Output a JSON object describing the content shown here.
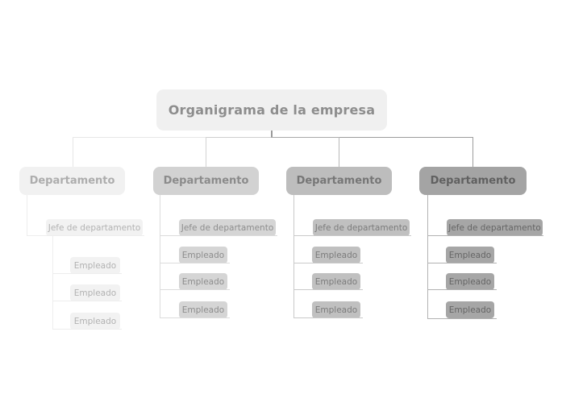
{
  "title": {
    "label": "Organigrama de la empresa",
    "bg": "#f0f0f0",
    "text_color": "#8d8d8d"
  },
  "connector": {
    "stub_color": "#9a9a9a",
    "segment_colors": [
      "#e6e6e6",
      "#cecece",
      "#a8a8a8",
      "#9c9c9c"
    ]
  },
  "departments": [
    {
      "label": "Departamento",
      "manager_label": "Jefe de departamento",
      "employee_labels": [
        "Empleado",
        "Empleado",
        "Empleado"
      ],
      "box_bg": "#f1f1f1",
      "box_text": "#adadad",
      "node_bg": "#f2f2f2",
      "node_text": "#b2b2b2",
      "line_color": "#ededed",
      "branch_color": "#e6e6e6"
    },
    {
      "label": "Departamento",
      "manager_label": "Jefe de departamento",
      "employee_labels": [
        "Empleado",
        "Empleado",
        "Empleado"
      ],
      "box_bg": "#d2d2d2",
      "box_text": "#8b8b8b",
      "node_bg": "#d5d5d5",
      "node_text": "#8d8d8d",
      "line_color": "#dcdcdc",
      "branch_color": "#d3d3d3"
    },
    {
      "label": "Departamento",
      "manager_label": "Jefe de departamento",
      "employee_labels": [
        "Empleado",
        "Empleado",
        "Empleado"
      ],
      "box_bg": "#bdbdbd",
      "box_text": "#767676",
      "node_bg": "#c0c0c0",
      "node_text": "#7b7b7b",
      "line_color": "#cacaca",
      "branch_color": "#b8b8b8"
    },
    {
      "label": "Departamento",
      "manager_label": "Jefe de departamento",
      "employee_labels": [
        "Empleado",
        "Empleado",
        "Empleado"
      ],
      "box_bg": "#a4a4a4",
      "box_text": "#606060",
      "node_bg": "#a6a6a6",
      "node_text": "#656565",
      "line_color": "#b2b2b2",
      "branch_color": "#9e9e9e"
    }
  ]
}
